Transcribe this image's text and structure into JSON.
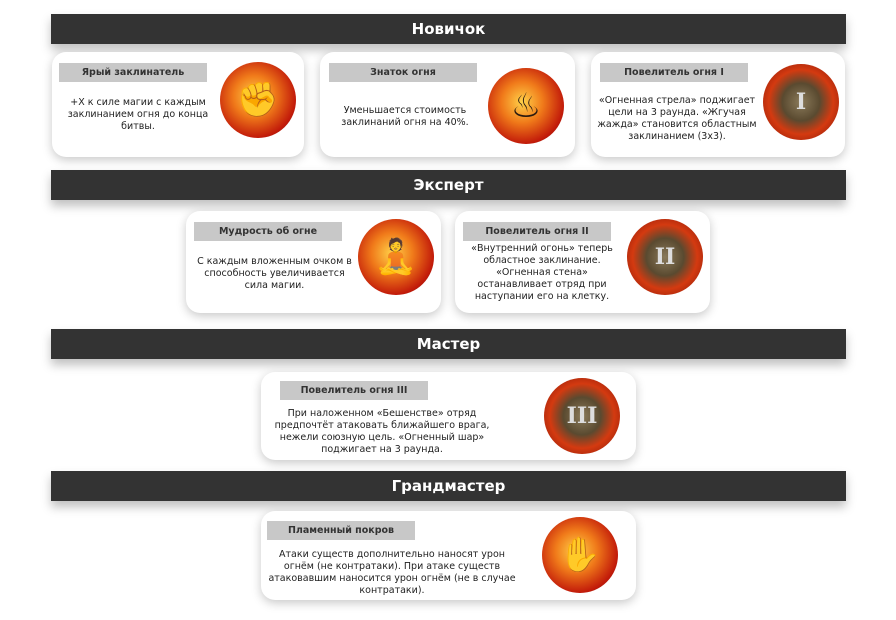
{
  "tiers": [
    {
      "title": "Новичок",
      "skills": [
        {
          "name": "Ярый заклинатель",
          "desc": "+X к силе магии с каждым заклинанием огня до конца битвы.",
          "icon": "fist-icon"
        },
        {
          "name": "Знаток огня",
          "desc": "Уменьшается стоимость заклинаний огня на 40%.",
          "icon": "fire-orb-icon"
        },
        {
          "name": "Повелитель огня I",
          "desc": "«Огненная стрела» поджигает цели на 3 раунда. «Жгучая жажда» становится областным заклинанием (3x3).",
          "icon": "spellbook-icon",
          "glyph": "I"
        }
      ]
    },
    {
      "title": "Эксперт",
      "skills": [
        {
          "name": "Мудрость об огне",
          "desc": "С каждым вложенным очком в способность увеличивается сила магии.",
          "icon": "meditation-icon"
        },
        {
          "name": "Повелитель огня II",
          "desc": "«Внутренний огонь» теперь областное заклинание. «Огненная стена» останавливает отряд при наступании его на клетку.",
          "icon": "spellbook-icon",
          "glyph": "II"
        }
      ]
    },
    {
      "title": "Мастер",
      "skills": [
        {
          "name": "Повелитель огня III",
          "desc": "При наложенном «Бешенстве» отряд предпочтёт атаковать ближайшего врага, нежели союзную цель. «Огненный шар» поджигает на 3 раунда.",
          "icon": "spellbook-icon",
          "glyph": "III"
        }
      ]
    },
    {
      "title": "Грандмастер",
      "skills": [
        {
          "name": "Пламенный покров",
          "desc": "Атаки существ дополнительно наносят урон огнём (не контратаки). При атаке существ атаковавшим наносится урон огнём (не в случае контратаки).",
          "icon": "flame-hand-icon"
        }
      ]
    }
  ]
}
